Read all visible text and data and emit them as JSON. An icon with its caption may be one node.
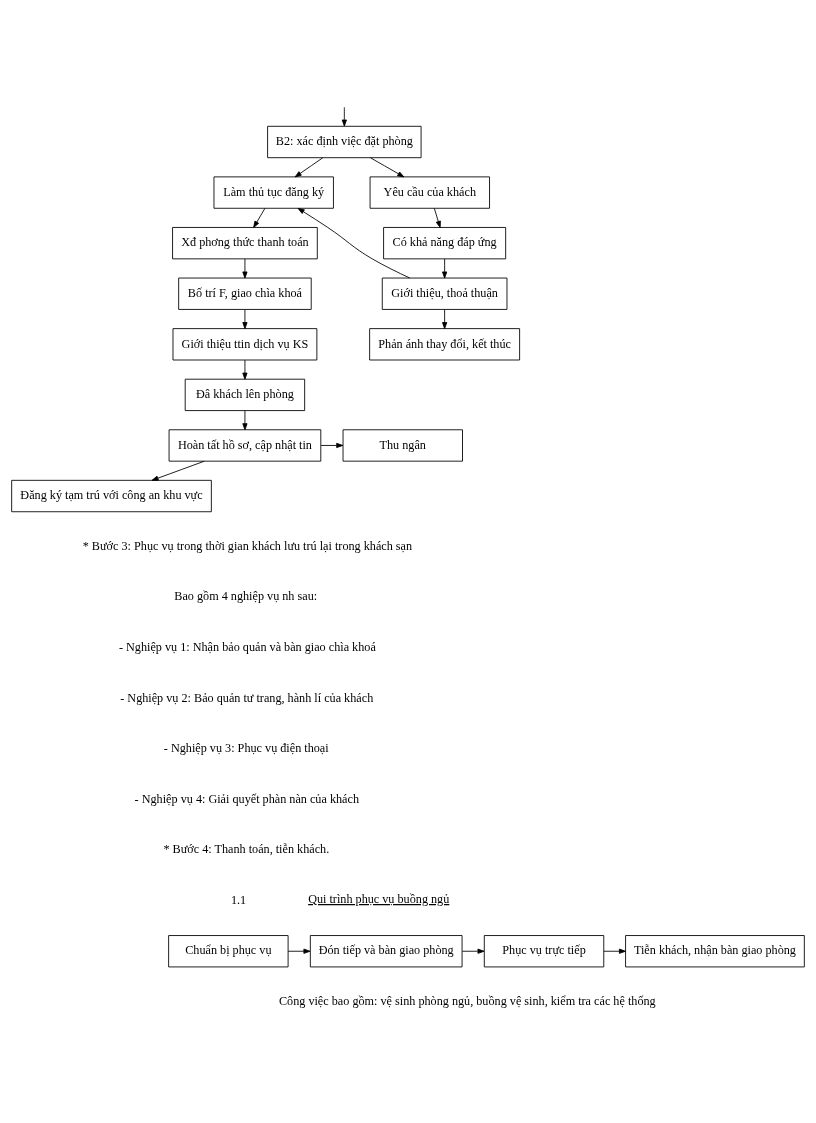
{
  "diagram": {
    "nodes": [
      {
        "text": [
          "B2: xác định việc đặt phòng"
        ]
      },
      {
        "text": [
          "Làm thủ tục đăng ký"
        ]
      },
      {
        "text": [
          "Xđ phơng thức thanh toán"
        ]
      },
      {
        "text": [
          "Bố trí F, giao chìa khoá"
        ]
      },
      {
        "text": [
          "Giới thiệu ttin dịch vụ KS"
        ]
      },
      {
        "text": [
          "Đâ khách lên phòng"
        ]
      },
      {
        "text": [
          "Hoàn tất hồ sơ, cập nhật tin"
        ]
      },
      {
        "text": [
          "Yêu cầu của khách"
        ]
      },
      {
        "text": [
          "Có khả năng đáp ứng"
        ]
      },
      {
        "text": [
          "Giới thiệu, thoả thuận"
        ]
      },
      {
        "text": [
          "Phản ánh thay đổi, kết thúc"
        ]
      },
      {
        "text": [
          "Thu ngân"
        ]
      },
      {
        "text": [
          "Đăng ký tạm trú với công an khu vực"
        ]
      },
      {
        "text": [
          "Chuẩn bị phục vụ"
        ]
      },
      {
        "text": [
          "Đón tiếp và bàn giao phòng"
        ]
      },
      {
        "text": [
          "Phục vụ trực tiếp"
        ]
      },
      {
        "text": [
          "Tiễn khách, nhận bàn giao phòng"
        ]
      }
    ],
    "edges": [
      {
        "from": null,
        "to": 0,
        "arrow": "to"
      },
      {
        "from": 0,
        "to": 1,
        "arrow": "to"
      },
      {
        "from": 0,
        "to": 7,
        "arrow": "to"
      },
      {
        "from": 1,
        "to": 2,
        "arrow": "to"
      },
      {
        "from": 2,
        "to": 3,
        "arrow": "to"
      },
      {
        "from": 3,
        "to": 4,
        "arrow": "to"
      },
      {
        "from": 4,
        "to": 5,
        "arrow": "to"
      },
      {
        "from": 5,
        "to": 6,
        "arrow": "to"
      },
      {
        "from": 7,
        "to": 8,
        "arrow": "to"
      },
      {
        "from": 8,
        "to": 9,
        "arrow": "to"
      },
      {
        "from": 9,
        "to": 10,
        "arrow": "to"
      },
      {
        "from": 9,
        "to": 1,
        "arrow": "to"
      },
      {
        "from": 6,
        "to": 11,
        "arrow": "to"
      },
      {
        "from": 6,
        "to": 12,
        "arrow": "to"
      },
      {
        "from": 13,
        "to": 14,
        "arrow": "to"
      },
      {
        "from": 14,
        "to": 15,
        "arrow": "to"
      },
      {
        "from": 15,
        "to": 16,
        "arrow": "to"
      }
    ],
    "labels": [
      "* Bước 3: Phục vụ trong thời gian khách lưu trú lại trong khách sạn",
      "Bao gồm 4 nghiệp vụ nh sau:",
      "- Nghiệp vụ 1: Nhận bảo quản và bàn giao chìa khoá",
      "- Nghiệp vụ 2: Bảo quản tư trang, hành lí của khách",
      "- Nghiệp vụ 3: Phục vụ điện thoại",
      "- Nghiệp vụ 4: Giải quyết phàn nàn của khách",
      "* Bước 4: Thanh toán, tiễn khách.",
      "1.1",
      "Qui trình phục vụ buồng ngủ",
      "Công việc bao gồm: vệ sinh phòng ngủ, buồng vệ sinh, kiểm tra các hệ thống"
    ]
  }
}
